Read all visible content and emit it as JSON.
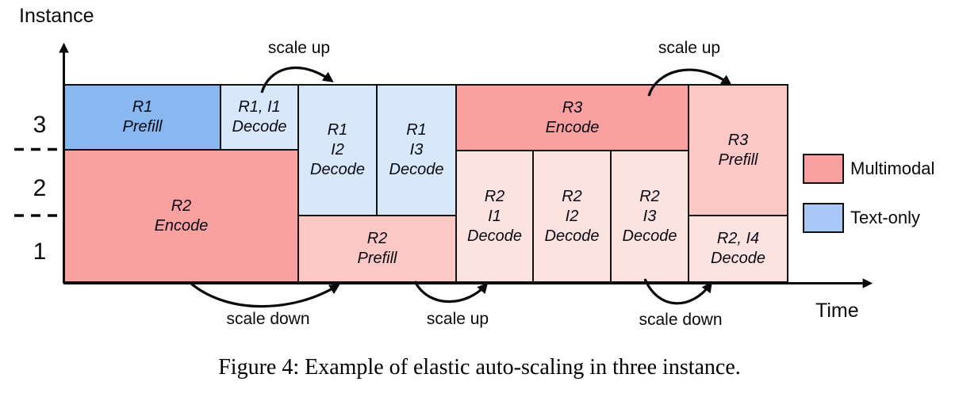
{
  "palette": {
    "text-prefill": "#89B7F0",
    "text-decode": "#D8E8FA",
    "mm-encode": "#F9A0A0",
    "mm-prefill": "#FBC8C5",
    "mm-decode": "#FDE3E0",
    "legend-multimodal": "#F9A0A0",
    "legend-text-only": "#A8C9F7",
    "border": "#111111"
  },
  "y_axis": {
    "label": "Instance",
    "ticks": [
      "3",
      "2",
      "1"
    ]
  },
  "x_axis": {
    "label": "Time"
  },
  "blocks": [
    {
      "id": "r1-prefill",
      "type": "text-only",
      "line1": "R1",
      "line2": "Prefill"
    },
    {
      "id": "r1-i1-decode",
      "type": "text-only",
      "line1": "R1, I1",
      "line2": "Decode"
    },
    {
      "id": "r1-i2-decode",
      "type": "text-only",
      "line1": "R1",
      "line2": "I2",
      "line3": "Decode"
    },
    {
      "id": "r1-i3-decode",
      "type": "text-only",
      "line1": "R1",
      "line2": "I3",
      "line3": "Decode"
    },
    {
      "id": "r2-encode",
      "type": "multimodal",
      "line1": "R2",
      "line2": "Encode"
    },
    {
      "id": "r2-prefill",
      "type": "multimodal",
      "line1": "R2",
      "line2": "Prefill"
    },
    {
      "id": "r3-encode",
      "type": "multimodal",
      "line1": "R3",
      "line2": "Encode"
    },
    {
      "id": "r2-i1-decode",
      "type": "multimodal",
      "line1": "R2",
      "line2": "I1",
      "line3": "Decode"
    },
    {
      "id": "r2-i2-decode",
      "type": "multimodal",
      "line1": "R2",
      "line2": "I2",
      "line3": "Decode"
    },
    {
      "id": "r2-i3-decode",
      "type": "multimodal",
      "line1": "R2",
      "line2": "I3",
      "line3": "Decode"
    },
    {
      "id": "r3-prefill",
      "type": "multimodal",
      "line1": "R3",
      "line2": "Prefill"
    },
    {
      "id": "r2-i4-decode",
      "type": "multimodal",
      "line1": "R2, I4",
      "line2": "Decode"
    }
  ],
  "annotations": [
    {
      "id": "scale-up-top-left",
      "label": "scale up"
    },
    {
      "id": "scale-up-top-right",
      "label": "scale up"
    },
    {
      "id": "scale-down-bottom-left",
      "label": "scale down"
    },
    {
      "id": "scale-up-bottom-mid",
      "label": "scale up"
    },
    {
      "id": "scale-down-bottom-right",
      "label": "scale down"
    }
  ],
  "legend": [
    {
      "label": "Multimodal",
      "color": "#F9A0A0"
    },
    {
      "label": "Text-only",
      "color": "#A8C9F7"
    }
  ],
  "caption": "Figure 4: Example of elastic auto-scaling in three instance."
}
